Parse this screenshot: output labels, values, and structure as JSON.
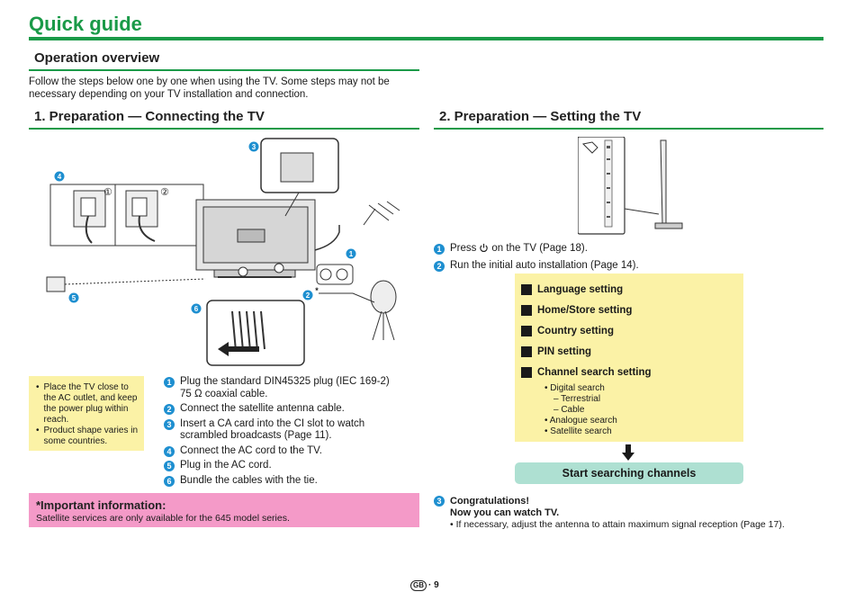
{
  "title": "Quick guide",
  "overview": {
    "heading": "Operation overview",
    "text_line1": "Follow the steps below one by one when using the TV. Some steps may not be",
    "text_line2": "necessary depending on your TV installation and connection."
  },
  "prep1": {
    "heading": "1. Preparation — Connecting the TV",
    "callouts": {
      "c1": "1",
      "c2": "2",
      "c2_star": "*",
      "c3": "3",
      "c4": "4",
      "c5": "5",
      "c6": "6",
      "inset1": "①",
      "inset2": "②"
    },
    "note_items": [
      "Place the TV close to the AC outlet, and keep the power plug within reach.",
      "Product shape varies in some countries."
    ],
    "steps": [
      {
        "n": "1",
        "text_line1": "Plug the standard DIN45325 plug (IEC 169-2)",
        "text_line2": "75 Ω coaxial cable."
      },
      {
        "n": "2",
        "text_line1": "Connect the satellite antenna cable.",
        "text_line2": ""
      },
      {
        "n": "3",
        "text_line1": "Insert a CA card into the CI slot to watch",
        "text_line2": "scrambled broadcasts (Page 11)."
      },
      {
        "n": "4",
        "text_line1": "Connect the AC cord to the TV.",
        "text_line2": ""
      },
      {
        "n": "5",
        "text_line1": "Plug in the AC cord.",
        "text_line2": ""
      },
      {
        "n": "6",
        "text_line1": "Bundle the cables with the tie.",
        "text_line2": ""
      }
    ]
  },
  "important": {
    "title": "*Important information:",
    "body": "Satellite services are only available for the 645 model series."
  },
  "prep2": {
    "heading": "2. Preparation — Setting the TV",
    "steps": [
      {
        "n": "1",
        "pre": "Press",
        "icon": "power-icon",
        "post": "on the TV (Page 18)."
      },
      {
        "n": "2",
        "text": "Run the initial auto installation (Page 14)."
      }
    ],
    "settings": [
      "Language setting",
      "Home/Store setting",
      "Country setting",
      "PIN setting",
      "Channel search setting"
    ],
    "search_options": [
      "• Digital search",
      "– Terrestrial",
      "– Cable",
      "• Analogue search",
      "• Satellite search"
    ],
    "start_button": "Start searching channels",
    "final": {
      "n": "3",
      "title": "Congratulations!",
      "subtitle": "Now you can watch TV.",
      "note": "• If necessary, adjust the antenna to attain maximum signal reception (Page 17)."
    }
  },
  "footer": {
    "badge": "GB",
    "page": "· 9"
  }
}
